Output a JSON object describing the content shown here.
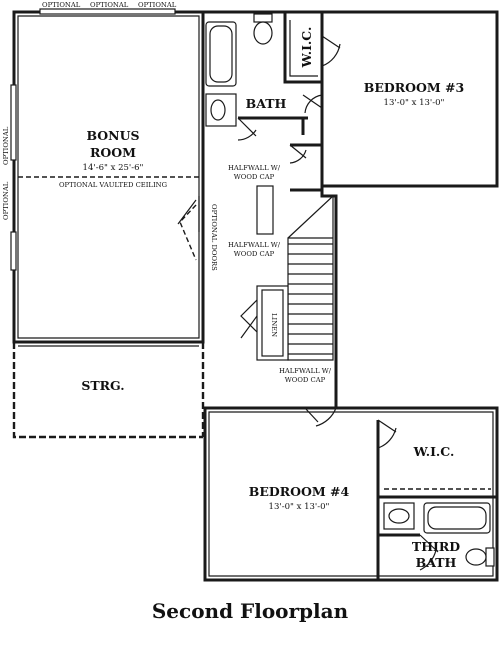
{
  "caption": "Second Floorplan",
  "rooms": {
    "bonus": {
      "name_line1": "BONUS",
      "name_line2": "ROOM",
      "dims": "14'-6\" x 25'-6\"",
      "vault_note": "OPTIONAL VAULTED CEILING"
    },
    "bath": {
      "name": "BATH"
    },
    "wic_top": {
      "name": "W.I.C."
    },
    "bedroom3": {
      "name": "BEDROOM #3",
      "dims": "13'-0\" x 13'-0\""
    },
    "strg": {
      "name": "STRG."
    },
    "bedroom4": {
      "name": "BEDROOM #4",
      "dims": "13'-0\" x 13'-0\""
    },
    "wic_bottom": {
      "name": "W.I.C."
    },
    "third_bath": {
      "name_line1": "THIRD",
      "name_line2": "BATH"
    }
  },
  "labels": {
    "optional": "OPTIONAL",
    "optional_doors": "OPTIONAL DOORS",
    "linen": "LINEN",
    "halfwall_line1": "HALFWALL W/",
    "halfwall_line2": "WOOD CAP"
  }
}
